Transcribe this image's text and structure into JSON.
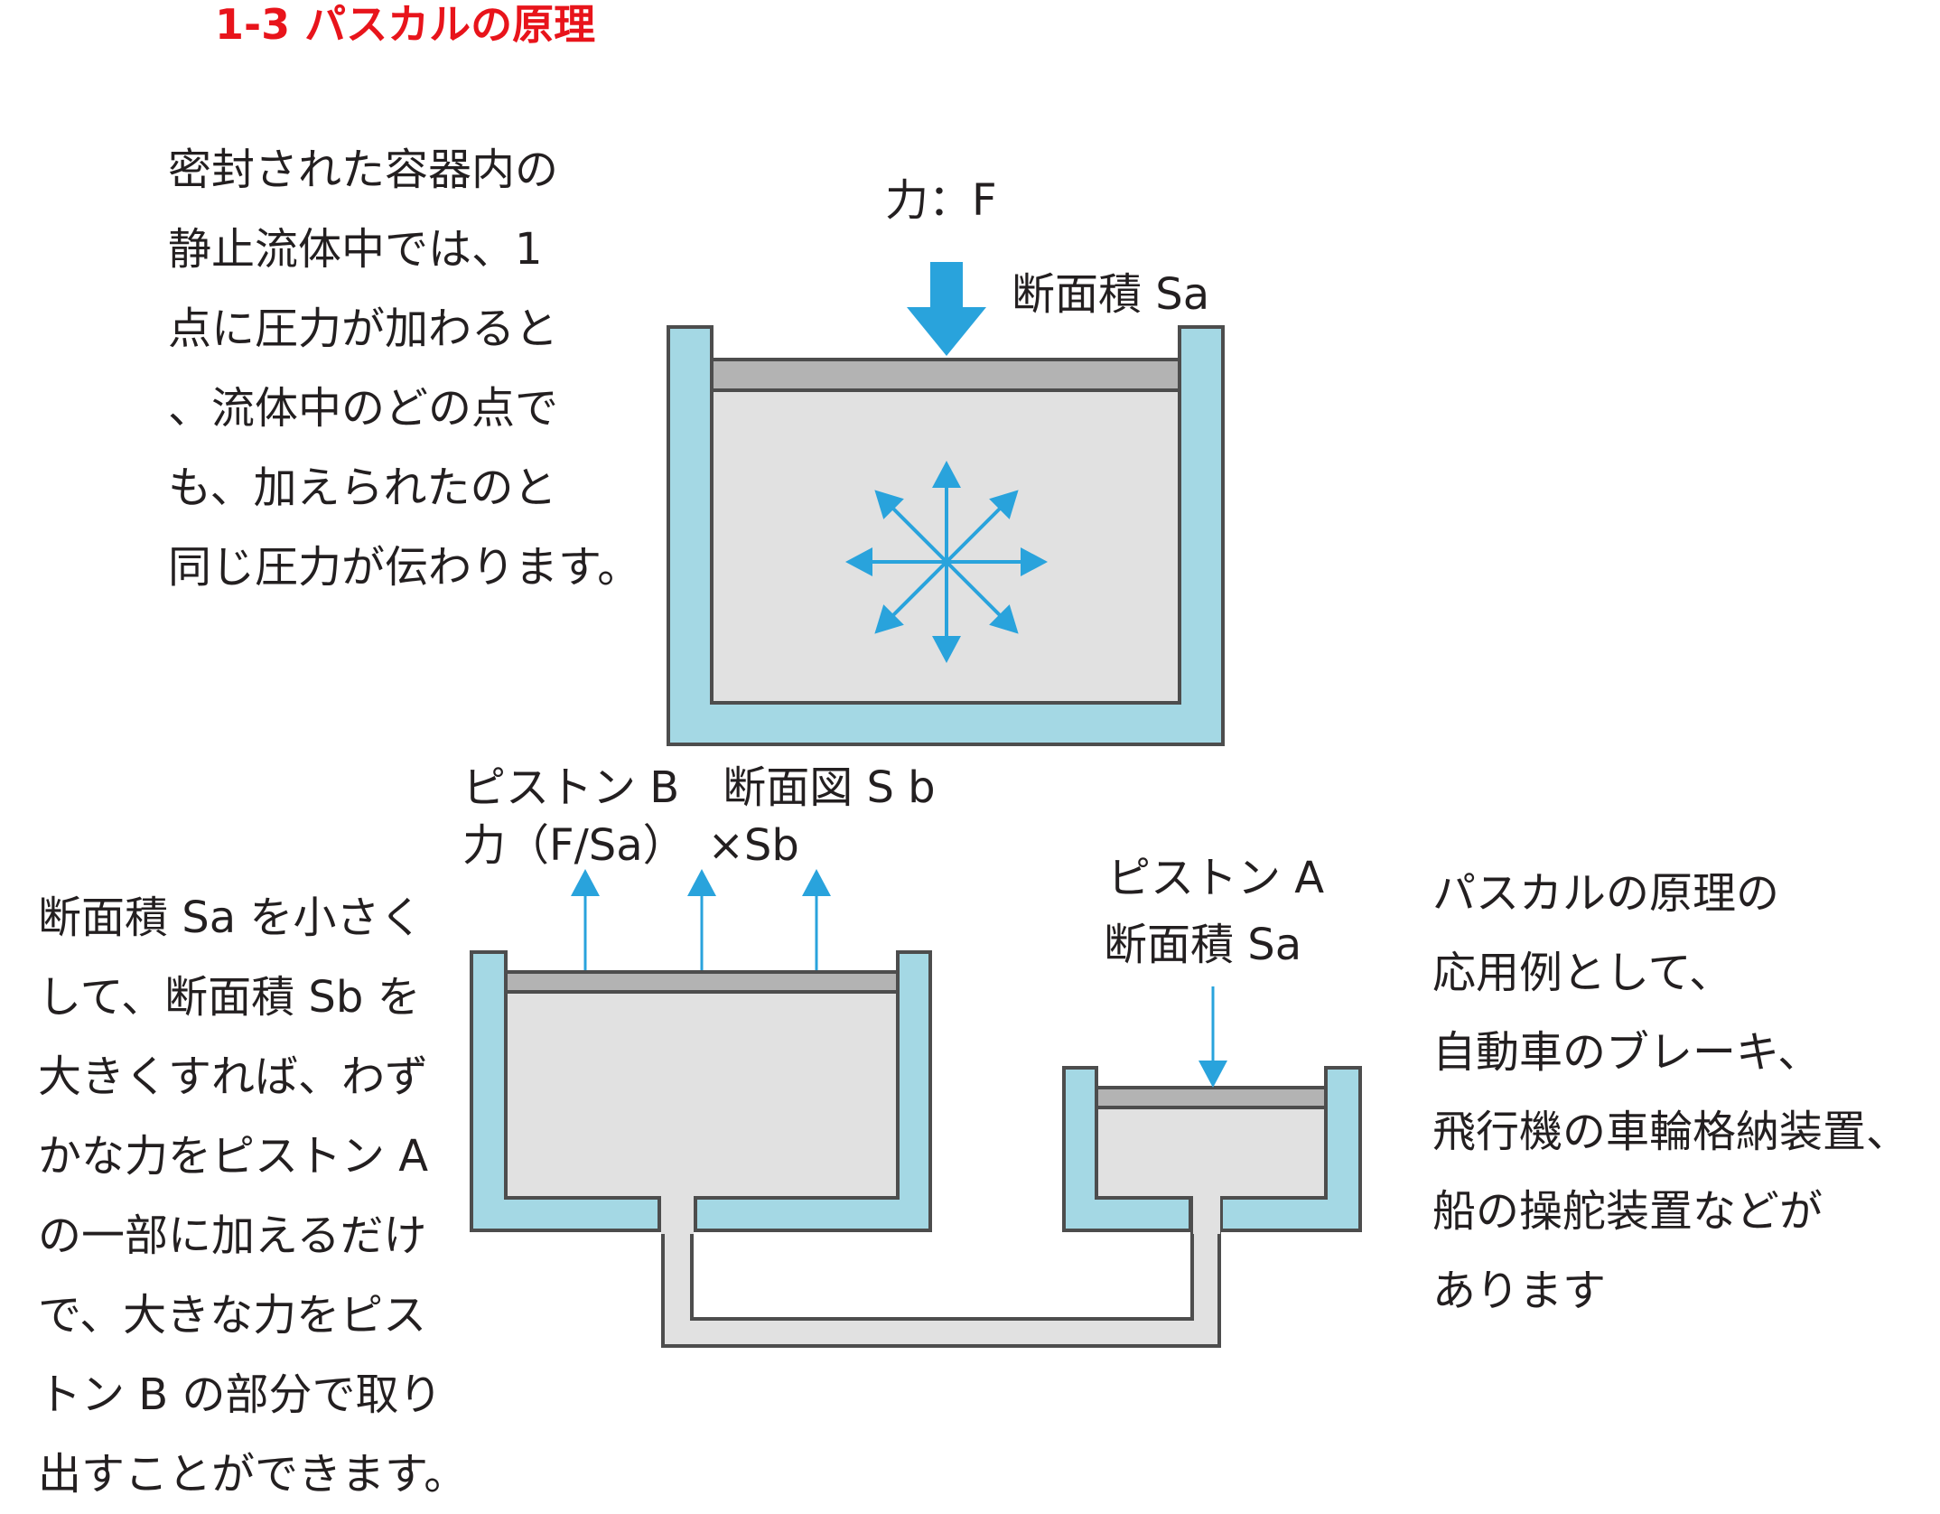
{
  "title": "1-3 パスカルの原理",
  "paragraphs": {
    "top": [
      "密封された容器内の",
      "静止流体中では、1",
      "点に圧力が加わると",
      "、流体中のどの点で",
      "も、加えられたのと",
      "同じ圧力が伝わります。"
    ],
    "left": [
      "断面積 Sa を小さく",
      "して、断面積 Sb を",
      "大きくすれば、わず",
      "かな力をピストン A",
      "の一部に加えるだけ",
      "で、大きな力をピス",
      "トン B の部分で取り",
      "出すことができます。"
    ],
    "right": [
      "パスカルの原理の",
      "応用例として、",
      "自動車のブレーキ、",
      "飛行機の車輪格納装置、",
      "船の操舵装置などが",
      "あります"
    ]
  },
  "labels": {
    "force_f": "力：F",
    "area_sa_top": "断面積 Sa",
    "piston_b_line1": "ピストン B　断面図 S b",
    "piston_b_line2": "力（F/Sa）　×Sb",
    "piston_a_line1": "ピストン A",
    "piston_a_line2": "断面積 Sa"
  },
  "colors": {
    "title": "#e8141b",
    "container_wall": "#a4d8e4",
    "fluid": "#e1e1e1",
    "piston": "#b3b3b3",
    "outline": "#4d4d4d",
    "arrow": "#29a3dc",
    "text": "#231f20"
  }
}
